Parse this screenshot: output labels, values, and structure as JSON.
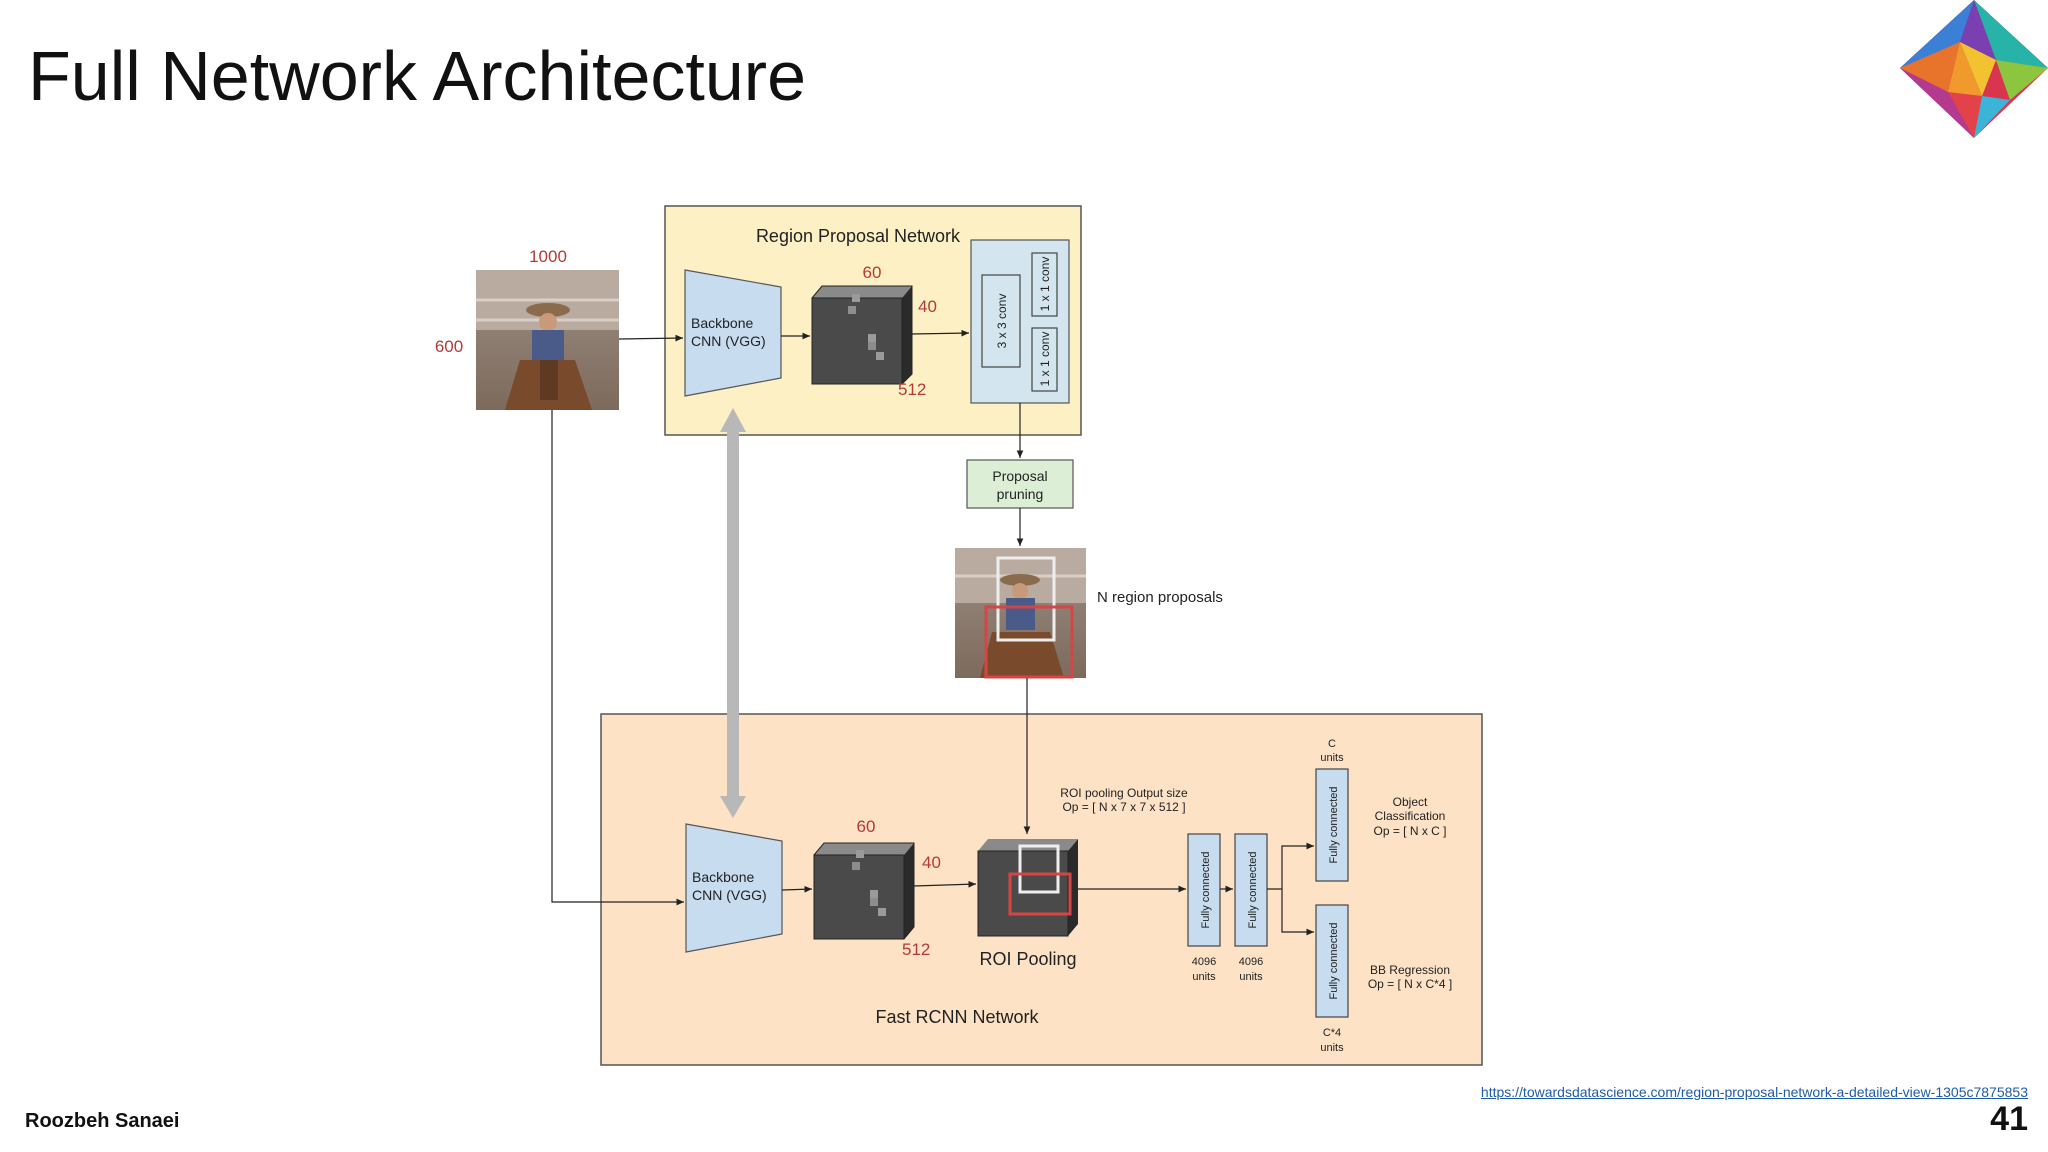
{
  "slide": {
    "title": "Full Network Architecture",
    "author": "Roozbeh Sanaei",
    "page_number": "41",
    "source_link": "https://towardsdatascience.com/region-proposal-network-a-detailed-view-1305c7875853"
  },
  "diagram": {
    "input_width": "1000",
    "input_height": "600",
    "rpn": {
      "title": "Region Proposal Network",
      "backbone_line1": "Backbone",
      "backbone_line2": "CNN (VGG)",
      "fm_width": "60",
      "fm_height": "40",
      "fm_depth": "512",
      "conv3": "3 x 3 conv",
      "conv1_top": "1 x 1 conv",
      "conv1_bottom": "1 x 1 conv"
    },
    "pruning_line1": "Proposal",
    "pruning_line2": "pruning",
    "proposals_label": "N region proposals",
    "fast": {
      "title": "Fast RCNN Network",
      "backbone_line1": "Backbone",
      "backbone_line2": "CNN (VGG)",
      "fm_width": "60",
      "fm_height": "40",
      "fm_depth": "512",
      "roi_label": "ROI Pooling",
      "roi_output_line1": "ROI pooling Output size",
      "roi_output_line2": "Op = [ N x 7 x 7 x 512 ]",
      "fc_label": "Fully connected",
      "fc1_units_line1": "4096",
      "fc1_units_line2": "units",
      "fc2_units_line1": "4096",
      "fc2_units_line2": "units",
      "c_units_line1": "C",
      "c_units_line2": "units",
      "c4_units_line1": "C*4",
      "c4_units_line2": "units",
      "cls_line1": "Object",
      "cls_line2": "Classification",
      "cls_line3": "Op = [ N x C ]",
      "bb_line1": "BB Regression",
      "bb_line2": "Op = [ N x C*4 ]"
    }
  },
  "colors": {
    "rpn_box": "#fdf0c4",
    "fast_box": "#fde2c6",
    "backbone": "#c7dcef",
    "pruning": "#dcefd6",
    "conv_panel": "#d3e5ef",
    "number_red": "#b43a3a",
    "link_blue": "#1f5ca8"
  },
  "icons": {
    "logo": "colorful-diamond-logo",
    "input": "cowboy-photo",
    "proposals": "cowboy-photo-with-boxes"
  }
}
